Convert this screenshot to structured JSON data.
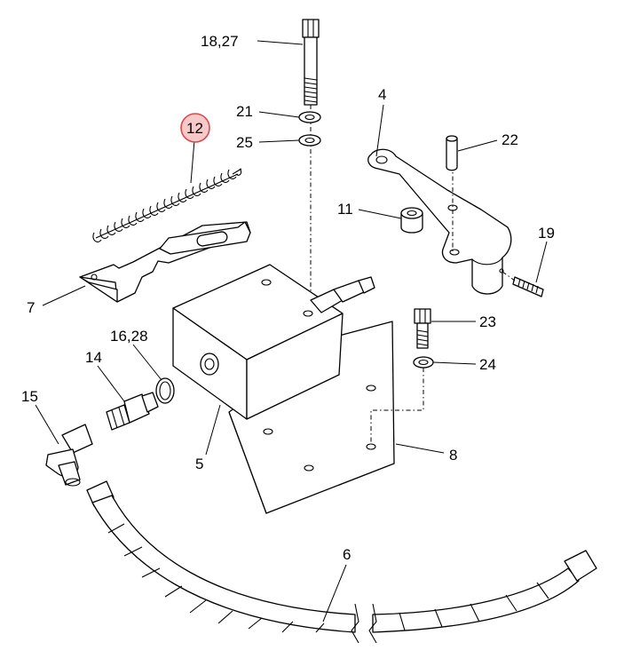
{
  "callouts": {
    "c18_27": "18,27",
    "c21": "21",
    "c25": "25",
    "c4": "4",
    "c22": "22",
    "c12": "12",
    "c11": "11",
    "c19": "19",
    "c7": "7",
    "c23": "23",
    "c16_28": "16,28",
    "c14": "14",
    "c24": "24",
    "c15": "15",
    "c5": "5",
    "c8": "8",
    "c6": "6"
  },
  "highlighted_callout": "12",
  "colors": {
    "highlight_fill": "#f7c9c9",
    "highlight_stroke": "#d94a4a",
    "line": "#000000"
  }
}
